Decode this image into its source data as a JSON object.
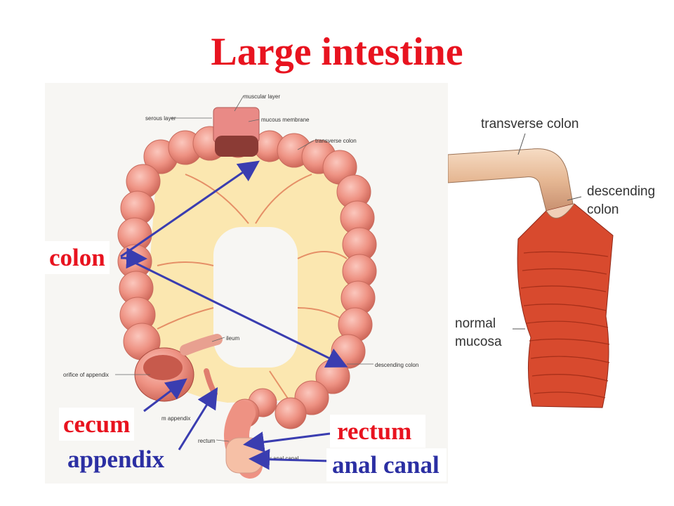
{
  "title": "Large intestine",
  "labels": {
    "colon": "colon",
    "cecum": "cecum",
    "appendix": "appendix",
    "rectum": "rectum",
    "anal_canal": "anal canal"
  },
  "left_figure_labels": {
    "muscular_layer": "muscular layer",
    "serous_layer": "serous layer",
    "mucous_membrane": "mucous membrane",
    "transverse_colon": "transverse colon",
    "ileum": "ileum",
    "orifice_of_appendix": "orifice of appendix",
    "descending_colon": "descending colon",
    "vermiform_appendix_fragment": "m appendix",
    "rectum": "rectum",
    "anal_canal": "anal canal"
  },
  "right_figure_labels": {
    "transverse_colon": "transverse colon",
    "descending_line1": "descending",
    "descending_line2": "colon",
    "normal_line1": "normal",
    "normal_line2": "mucosa"
  },
  "colors": {
    "title": "#e8131f",
    "label_red": "#e8131f",
    "label_blue": "#2b2fa3",
    "arrow": "#3a3db0"
  }
}
